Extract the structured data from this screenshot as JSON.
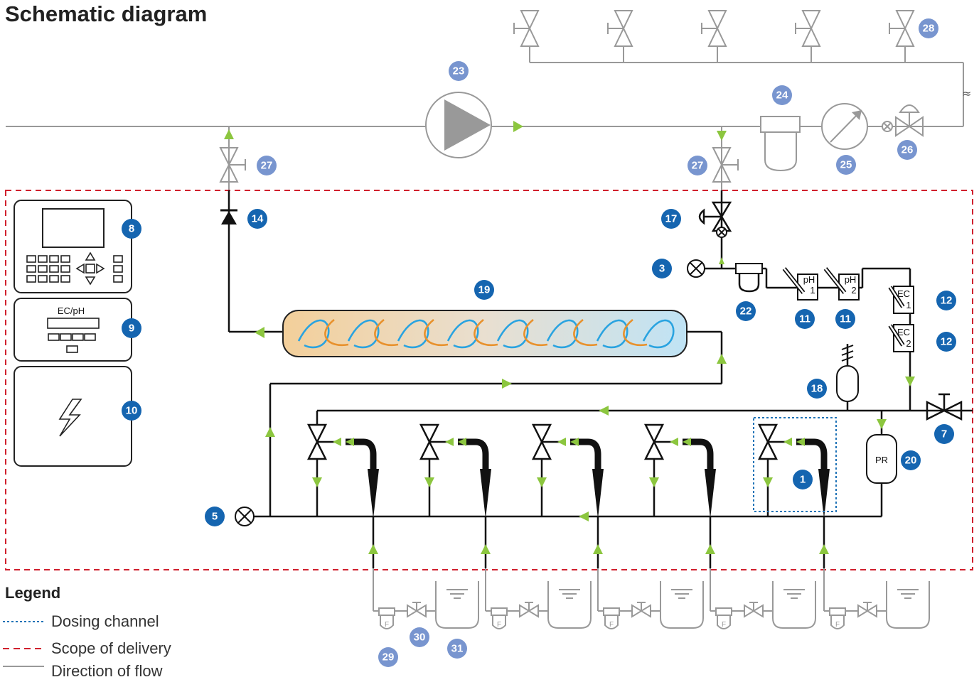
{
  "title": "Schematic diagram",
  "legend": {
    "title": "Legend",
    "items": [
      {
        "label": "Dosing channel",
        "color": "#1f73b7",
        "style": "dotted"
      },
      {
        "label": "Scope of delivery",
        "color": "#d0202e",
        "style": "dashed"
      },
      {
        "label": "Direction of flow",
        "color": "#7ab929",
        "style": "arrow"
      }
    ]
  },
  "colors": {
    "badge_inside": "#1565b0",
    "badge_outside": "#7895cf",
    "flow_arrow": "#8cc63f",
    "scope": "#d0202e",
    "dosing": "#1f73b7",
    "orange": "#e8912c",
    "blue_arrow": "#29a3e0"
  },
  "badges": {
    "b1": "1",
    "b3": "3",
    "b5": "5",
    "b7": "7",
    "b8": "8",
    "b9": "9",
    "b10": "10",
    "b11a": "11",
    "b11b": "11",
    "b12a": "12",
    "b12b": "12",
    "b14": "14",
    "b17": "17",
    "b18": "18",
    "b19": "19",
    "b20": "20",
    "b22": "22",
    "b23": "23",
    "b24": "24",
    "b25": "25",
    "b26": "26",
    "b27a": "27",
    "b27b": "27",
    "b28": "28",
    "b29": "29",
    "b30": "30",
    "b31": "31"
  },
  "labels": {
    "ecph": "EC/pH",
    "ph1_top": "pH",
    "ph1_bot": "1",
    "ph2_top": "pH",
    "ph2_bot": "2",
    "ec1_top": "EC",
    "ec1_bot": "1",
    "ec2_top": "EC",
    "ec2_bot": "2",
    "pr": "PR",
    "filter": "F"
  }
}
